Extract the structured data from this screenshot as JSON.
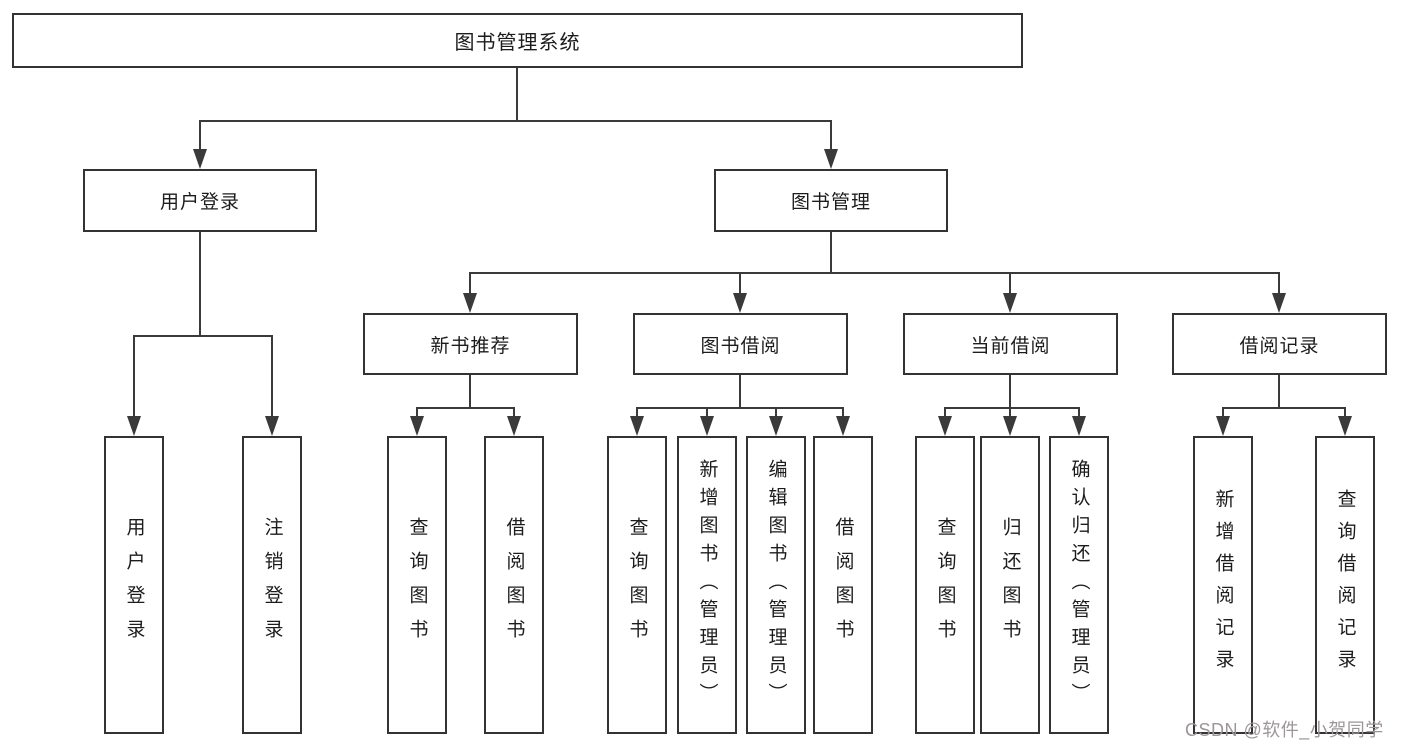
{
  "diagram": {
    "root": {
      "label": "图书管理系统"
    },
    "branches": [
      {
        "label": "用户登录",
        "children": [
          {
            "label": "用户登录"
          },
          {
            "label": "注销登录"
          }
        ]
      },
      {
        "label": "图书管理",
        "children": [
          {
            "label": "新书推荐",
            "children": [
              {
                "label": "查询图书"
              },
              {
                "label": "借阅图书"
              }
            ]
          },
          {
            "label": "图书借阅",
            "children": [
              {
                "label": "查询图书"
              },
              {
                "label": "新增图书（管理员）"
              },
              {
                "label": "编辑图书（管理员）"
              },
              {
                "label": "借阅图书"
              }
            ]
          },
          {
            "label": "当前借阅",
            "children": [
              {
                "label": "查询图书"
              },
              {
                "label": "归还图书"
              },
              {
                "label": "确认归还（管理员）"
              }
            ]
          },
          {
            "label": "借阅记录",
            "children": [
              {
                "label": "新增借阅记录"
              },
              {
                "label": "查询借阅记录"
              }
            ]
          }
        ]
      }
    ]
  },
  "watermark": {
    "text": "CSDN @软件_小贺同学"
  },
  "colors": {
    "line": "#3a3a3a",
    "box_border": "#333333",
    "text": "#1c1c1c",
    "background": "#ffffff",
    "watermark": "#9c9697"
  }
}
